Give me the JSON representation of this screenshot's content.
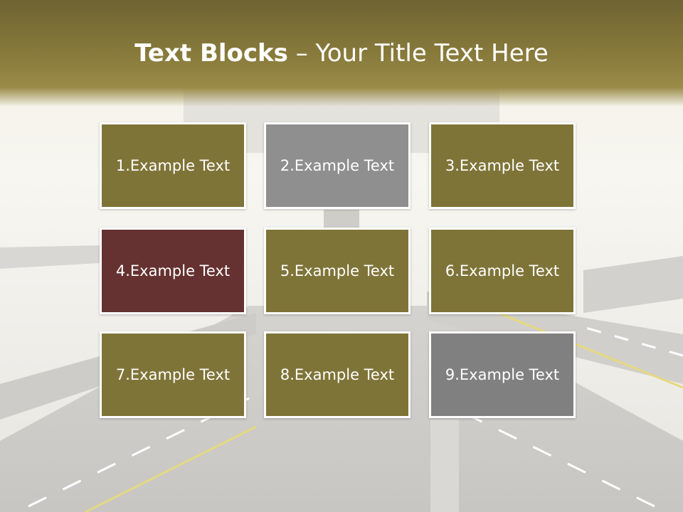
{
  "slide": {
    "title_bold": "Text Blocks",
    "title_rest": " – Your Title Text Here"
  },
  "blocks": [
    {
      "label": "1.Example Text",
      "color": "#7f7438"
    },
    {
      "label": "2.Example Text",
      "color": "#8f8f8f"
    },
    {
      "label": "3.Example Text",
      "color": "#7f7438"
    },
    {
      "label": "4.Example Text",
      "color": "#653131"
    },
    {
      "label": "5.Example Text",
      "color": "#7f7438"
    },
    {
      "label": "6.Example Text",
      "color": "#7f7438"
    },
    {
      "label": "7.Example Text",
      "color": "#7f7438"
    },
    {
      "label": "8.Example Text",
      "color": "#7f7438"
    },
    {
      "label": "9.Example Text",
      "color": "#808080"
    }
  ]
}
